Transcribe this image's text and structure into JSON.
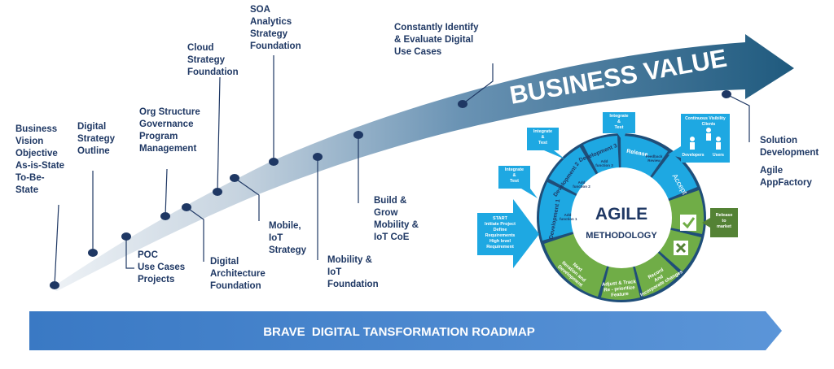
{
  "banner": {
    "label": "BRAVE  DIGITAL TANSFORMATION ROADMAP"
  },
  "arrow": {
    "label": "BUSINESS VALUE"
  },
  "milestones": [
    {
      "id": "vision",
      "text": "Business\nVision\nObjective\nAs-is-State\nTo-Be-\nState"
    },
    {
      "id": "digital-strategy",
      "text": "Digital\nStrategy\nOutline"
    },
    {
      "id": "poc",
      "text": "POC\nUse Cases\nProjects"
    },
    {
      "id": "org-structure",
      "text": "Org Structure\nGovernance\nProgram\nManagement"
    },
    {
      "id": "digital-architecture",
      "text": "Digital\nArchitecture\nFoundation"
    },
    {
      "id": "cloud-strategy",
      "text": "Cloud\nStrategy\nFoundation"
    },
    {
      "id": "mobile-iot-strategy",
      "text": "Mobile,\nIoT\nStrategy"
    },
    {
      "id": "soa-analytics",
      "text": "SOA\nAnalytics\nStrategy\nFoundation"
    },
    {
      "id": "mobility-iot-foundation",
      "text": "Mobility &\nIoT\nFoundation"
    },
    {
      "id": "build-grow",
      "text": "Build &\nGrow\nMobility &\nIoT CoE"
    },
    {
      "id": "identify-use-cases",
      "text": "Constantly Identify\n& Evaluate Digital\nUse Cases"
    },
    {
      "id": "solution-development",
      "text": "Solution\nDevelopment"
    },
    {
      "id": "agile-appfactory",
      "text": "Agile\nAppFactory"
    }
  ],
  "agile": {
    "title": "AGILE",
    "subtitle": "METHODOLOGY",
    "start_box": "START\nInitiate Project\nDefine\nRequirements\nHigh level\nRequirement",
    "integrate_test_1": "Integrate\n&\nTest",
    "integrate_test_2": "Integrate\n&\nTest",
    "integrate_test_3": "Integrate\n&\nTest",
    "visibility_title": "Continuous Visibility",
    "visibility_clients": "Clients",
    "visibility_developers": "Developers",
    "visibility_users": "Users",
    "release_to_market": "Release\nto\nmarket",
    "segments": {
      "dev1": "Development 1",
      "dev1_sub": "Add\nfunction 1",
      "dev2": "Development 2",
      "dev2_sub": "Add\nfunction 2",
      "dev3": "Development 3",
      "dev3_sub": "Add\nfunction 3",
      "release": "Release",
      "feedback": "Feedback\nReview",
      "accept": "Accept",
      "record": "Record\nAnd\nIncorporate changes",
      "adjust": "Adjust & Track\nRe - prioritize\nFeature",
      "next": "Next\nIteration and\nDevelopment"
    }
  },
  "colors": {
    "navy": "#1f3864",
    "banner_blue": "#4a86cf",
    "arrow_dark": "#1f5a7e",
    "light_blue": "#1ea8e2",
    "green": "#70ad47",
    "dark_green": "#548235",
    "ring_navy": "#1f4e79"
  }
}
